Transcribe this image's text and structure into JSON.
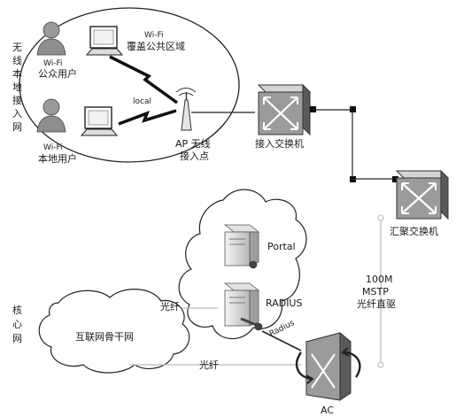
{
  "side_labels": {
    "wireless_local": [
      "无",
      "线",
      "本",
      "地",
      "接",
      "入",
      "网"
    ],
    "core": [
      "核",
      "心",
      "网"
    ]
  },
  "users": {
    "public_line1": "Wi-Fi",
    "public_line2": "公众用户",
    "local_line1": "Wi-Fi",
    "local_line2": "本地用户"
  },
  "coverage": {
    "line1": "Wi-Fi",
    "line2": "覆盖公共区域"
  },
  "local_link": "local",
  "ap": {
    "line1": "AP 无线",
    "line2": "接入点"
  },
  "access_switch": "接入交换机",
  "aggregation_switch": "汇聚交换机",
  "uplink": {
    "line1": "100M",
    "line2": "MSTP",
    "line3": "光纤直驱"
  },
  "servers": {
    "portal": "Portal",
    "radius": "RADIUS"
  },
  "radius_link": "Radius",
  "internet": "互联网骨干网",
  "fiber_label_1": "光纤",
  "fiber_label_2": "光纤",
  "ac": "AC"
}
